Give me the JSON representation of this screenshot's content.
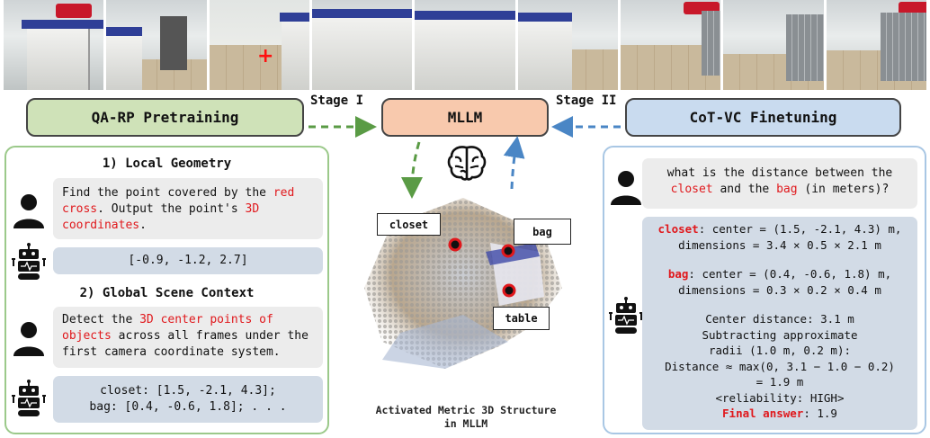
{
  "pipeline": {
    "qa_rp": "QA-RP Pretraining",
    "mllm": "MLLM",
    "cot_vc": "CoT-VC Finetuning",
    "stage1": "Stage I",
    "stage2": "Stage II"
  },
  "frames": {
    "marker": "+"
  },
  "left": {
    "section1_title": "1) Local Geometry",
    "q1": {
      "p1": "Find the point covered by the ",
      "r1": "red cross",
      "p2": ". Output the point's ",
      "r2": "3D coordinates",
      "p3": "."
    },
    "a1": "[-0.9, -1.2, 2.7]",
    "section2_title": "2) Global Scene Context",
    "q2": {
      "p1": "Detect the ",
      "r1": "3D center points of objects",
      "p2": " across all frames under the first camera coordinate system."
    },
    "a2_line1": "closet: [1.5, -2.1, 4.3];",
    "a2_line2": "bag: [0.4, -0.6, 1.8]; . . ."
  },
  "center": {
    "tags": {
      "closet": "closet",
      "bag": "bag",
      "table": "table"
    },
    "caption_line1": "Activated Metric 3D Structure",
    "caption_line2": "in MLLM"
  },
  "right": {
    "question": {
      "p1": "what is the distance between the ",
      "r1": "closet",
      "p2": " and the ",
      "r2": "bag",
      "p3": " (in meters)?"
    },
    "answer": {
      "closet_label": "closet",
      "closet_center": ": center = (1.5, -2.1, 4.3) m,",
      "closet_dims": "dimensions = 3.4 × 0.5 × 2.1 m",
      "bag_label": "bag",
      "bag_center": ": center = (0.4, -0.6, 1.8) m,",
      "bag_dims": "dimensions = 0.3 × 0.2 × 0.4 m",
      "center_distance": "Center distance: 3.1 m",
      "subtract1": "Subtracting approximate",
      "subtract2": "radii (1.0 m, 0.2 m):",
      "distance_formula": "Distance ≈ max(0, 3.1 − 1.0 − 0.2)",
      "distance_result": "= 1.9 m",
      "reliability": "<reliability: HIGH>",
      "final_label": "Final answer",
      "final_value": ": 1.9"
    }
  },
  "colors": {
    "green_panel": "#9bc98a",
    "blue_panel": "#a9c7e4",
    "red_text": "#e0181c",
    "green_arrow": "#5a9b45",
    "blue_arrow": "#4a86c5"
  },
  "icons": [
    "person-icon",
    "robot-icon",
    "brain-icon"
  ]
}
